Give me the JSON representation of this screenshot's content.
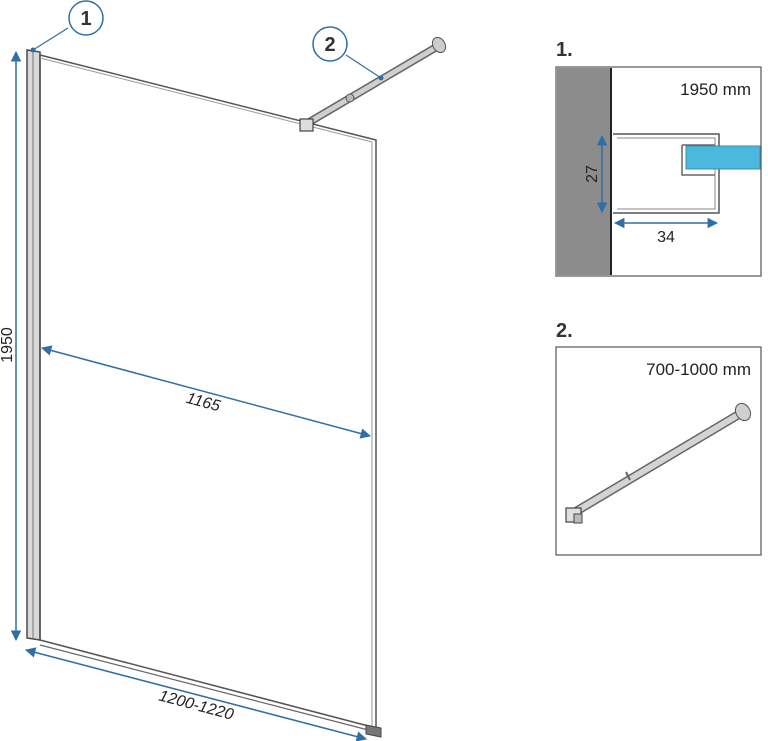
{
  "callouts": {
    "c1": "1",
    "c2": "2"
  },
  "dimensions": {
    "height": "1950",
    "glass_width": "1165",
    "total_width": "1200-1220"
  },
  "detail1": {
    "label": "1.",
    "spec": "1950 mm",
    "dim_height": "27",
    "dim_width": "34"
  },
  "detail2": {
    "label": "2.",
    "spec": "700-1000 mm"
  },
  "colors": {
    "dimension_line": "#2f6fa7",
    "glass_profile": "#4db8dd",
    "wall": "#8c8c8c"
  }
}
